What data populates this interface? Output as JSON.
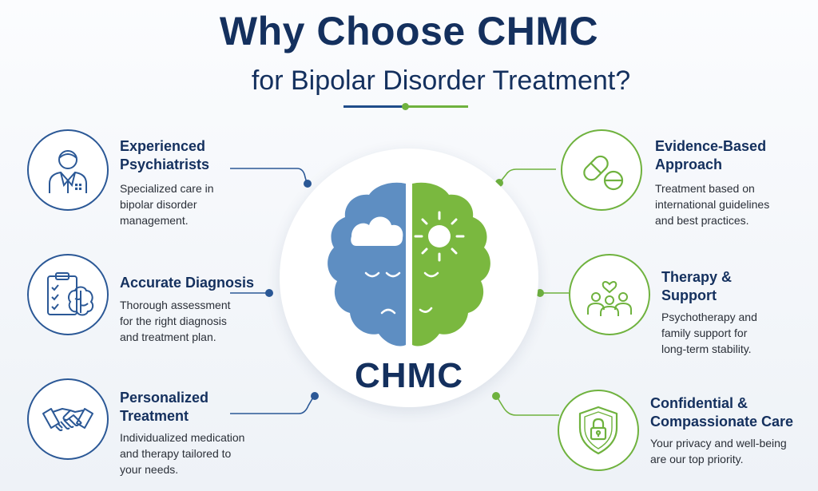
{
  "header": {
    "title": "Why Choose CHMC",
    "subtitle": "for Bipolar Disorder Treatment?"
  },
  "center": {
    "brand": "CHMC"
  },
  "left_items": [
    {
      "title_line1": "Experienced",
      "title_line2": "Psychiatrists",
      "desc_line1": "Specialized care in",
      "desc_line2": "bipolar disorder",
      "desc_line3": "management.",
      "icon": "doctor-icon"
    },
    {
      "title_line1": "Accurate Diagnosis",
      "title_line2": "",
      "desc_line1": "Thorough assessment",
      "desc_line2": "for the right diagnosis",
      "desc_line3": "and treatment plan.",
      "icon": "clipboard-brain-icon"
    },
    {
      "title_line1": "Personalized",
      "title_line2": "Treatment",
      "desc_line1": "Individualized medication",
      "desc_line2": "and therapy tailored to",
      "desc_line3": "your needs.",
      "icon": "handshake-icon"
    }
  ],
  "right_items": [
    {
      "title_line1": "Evidence-Based",
      "title_line2": "Approach",
      "desc_line1": "Treatment based on",
      "desc_line2": "international guidelines",
      "desc_line3": "and best practices.",
      "icon": "pills-icon"
    },
    {
      "title_line1": "Therapy &",
      "title_line2": "Support",
      "desc_line1": "Psychotherapy and",
      "desc_line2": "family support for",
      "desc_line3": "long-term stability.",
      "icon": "family-heart-icon"
    },
    {
      "title_line1": "Confidential &",
      "title_line2": "Compassionate Care",
      "desc_line1": "Your privacy and well-being",
      "desc_line2": "are our top priority.",
      "desc_line3": "",
      "icon": "shield-lock-icon"
    }
  ],
  "colors": {
    "navy": "#14305e",
    "blue": "#2b5896",
    "brain_blue": "#5e8ec2",
    "green": "#6fb23e",
    "brain_green": "#7ab83f"
  }
}
